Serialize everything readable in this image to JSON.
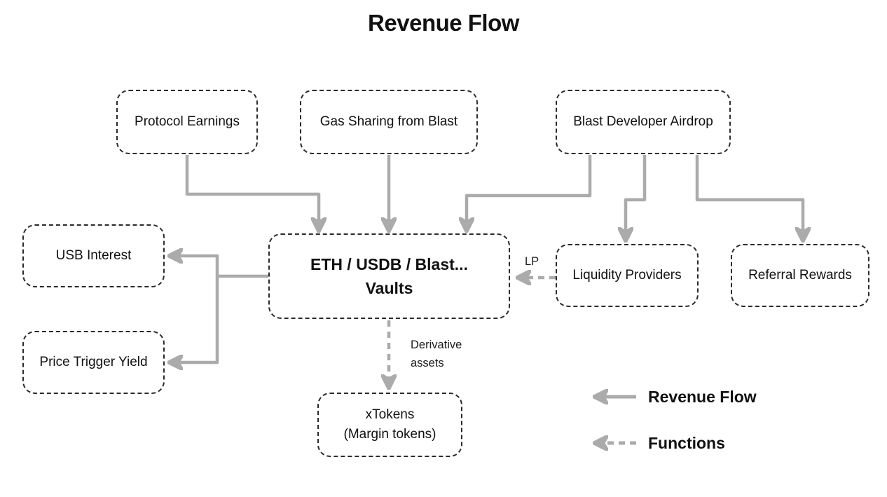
{
  "title": "Revenue Flow",
  "colors": {
    "arrow": "#ababab",
    "border": "#2b2b2b",
    "text": "#111111",
    "bg": "#ffffff"
  },
  "nodes": {
    "protocol_earnings": {
      "label": "Protocol Earnings"
    },
    "gas_sharing": {
      "label": "Gas Sharing from Blast"
    },
    "blast_airdrop": {
      "label": "Blast Developer Airdrop"
    },
    "usb_interest": {
      "label": "USB Interest"
    },
    "vaults": {
      "label": "ETH / USDB / Blast...\nVaults"
    },
    "liquidity_providers": {
      "label": "Liquidity Providers"
    },
    "referral_rewards": {
      "label": "Referral Rewards"
    },
    "price_trigger_yield": {
      "label": "Price Trigger Yield"
    },
    "xtokens": {
      "label": "xTokens\n(Margin tokens)"
    }
  },
  "edge_labels": {
    "lp": "LP",
    "derivative_assets": "Derivative\nassets"
  },
  "legend": {
    "revenue_flow": "Revenue Flow",
    "functions": "Functions"
  }
}
